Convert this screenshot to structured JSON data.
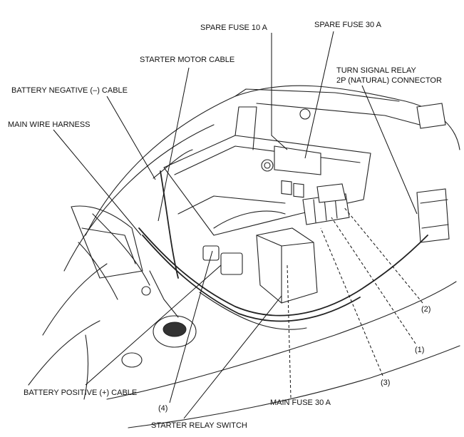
{
  "labels": {
    "spare_fuse_10a": "SPARE FUSE 10 A",
    "spare_fuse_30a": "SPARE FUSE 30 A",
    "starter_motor_cable": "STARTER MOTOR CABLE",
    "turn_signal_relay_line1": "TURN SIGNAL RELAY",
    "turn_signal_relay_line2": "2P (NATURAL) CONNECTOR",
    "battery_negative_cable": "BATTERY NEGATIVE (–) CABLE",
    "main_wire_harness": "MAIN WIRE HARNESS",
    "callout_2": "(2)",
    "callout_1": "(1)",
    "callout_3": "(3)",
    "callout_4": "(4)",
    "battery_positive_cable": "BATTERY POSITIVE (+) CABLE",
    "main_fuse_30a": "MAIN FUSE 30 A",
    "starter_relay_switch": "STARTER RELAY SWITCH"
  }
}
